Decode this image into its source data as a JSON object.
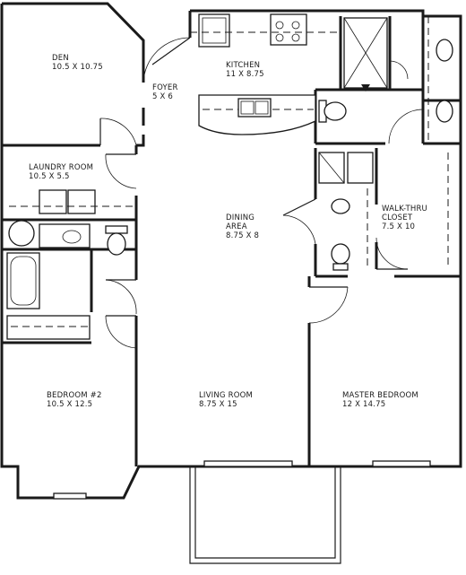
{
  "rooms": {
    "den": {
      "name": "DEN",
      "size": "10.5 X 10.75"
    },
    "foyer": {
      "name": "FOYER",
      "size": "5 X 6"
    },
    "kitchen": {
      "name": "KITCHEN",
      "size": "11 X 8.75"
    },
    "laundry": {
      "name": "LAUNDRY ROOM",
      "size": "10.5 X 5.5"
    },
    "dining": {
      "name_line1": "DINING",
      "name_line2": "AREA",
      "size": "8.75 X 8"
    },
    "closet": {
      "name_line1": "WALK-THRU",
      "name_line2": "CLOSET",
      "size": "7.5 X 10"
    },
    "bedroom2": {
      "name": "BEDROOM #2",
      "size": "10.5 X 12.5"
    },
    "living": {
      "name": "LIVING ROOM",
      "size": "8.75 X 15"
    },
    "master": {
      "name": "MASTER BEDROOM",
      "size": "12 X 14.75"
    }
  },
  "colors": {
    "line": "#1a1a1a",
    "background": "#ffffff"
  }
}
